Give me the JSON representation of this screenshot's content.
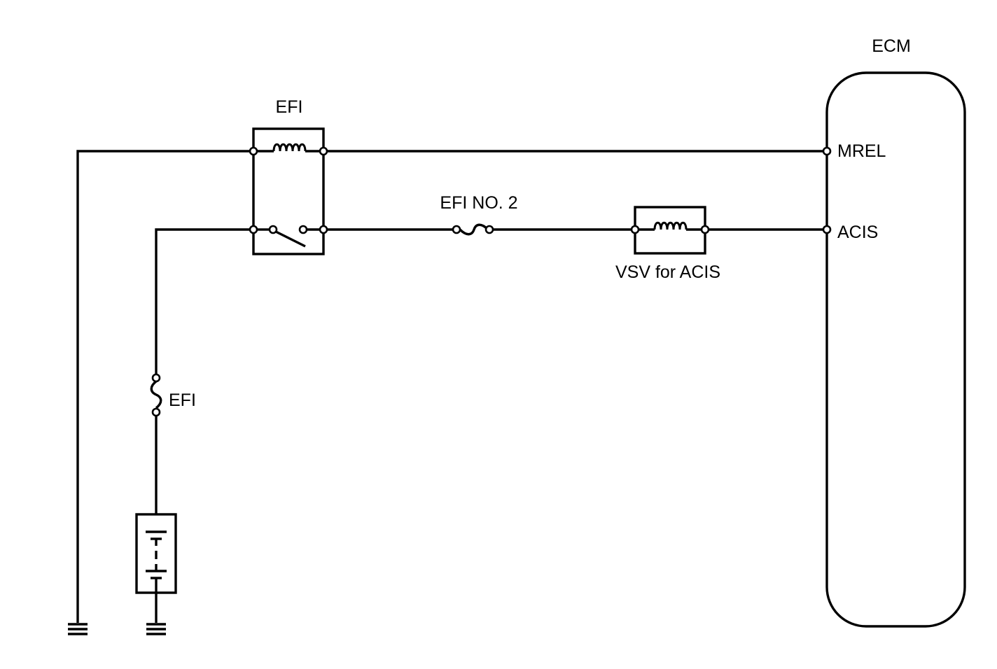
{
  "labels": {
    "ecm": "ECM",
    "efi_relay": "EFI",
    "fuse_efi_no2": "EFI NO. 2",
    "vsv": "VSV for ACIS",
    "fuse_efi": "EFI",
    "pin_mrel": "MREL",
    "pin_acis": "ACIS"
  },
  "components": [
    {
      "id": "efi-relay",
      "type": "relay",
      "label_ref": "labels.efi_relay"
    },
    {
      "id": "efi-no2-fuse",
      "type": "fuse",
      "label_ref": "labels.fuse_efi_no2"
    },
    {
      "id": "vsv-for-acis",
      "type": "solenoid-valve",
      "label_ref": "labels.vsv"
    },
    {
      "id": "efi-fuse",
      "type": "fuse",
      "label_ref": "labels.fuse_efi"
    },
    {
      "id": "battery",
      "type": "battery"
    },
    {
      "id": "ecm",
      "type": "ecu",
      "label_ref": "labels.ecm",
      "pins": [
        "MREL",
        "ACIS"
      ]
    }
  ],
  "connections": [
    {
      "from": "ground-left",
      "to": "efi-relay.coil-in"
    },
    {
      "from": "efi-relay.coil-out",
      "to": "ecm.MREL"
    },
    {
      "from": "battery.positive",
      "to": "efi-fuse"
    },
    {
      "from": "efi-fuse",
      "to": "efi-relay.switch-in"
    },
    {
      "from": "efi-relay.switch-out",
      "to": "efi-no2-fuse"
    },
    {
      "from": "efi-no2-fuse",
      "to": "vsv-for-acis"
    },
    {
      "from": "vsv-for-acis",
      "to": "ecm.ACIS"
    },
    {
      "from": "battery.negative",
      "to": "ground-right"
    }
  ]
}
